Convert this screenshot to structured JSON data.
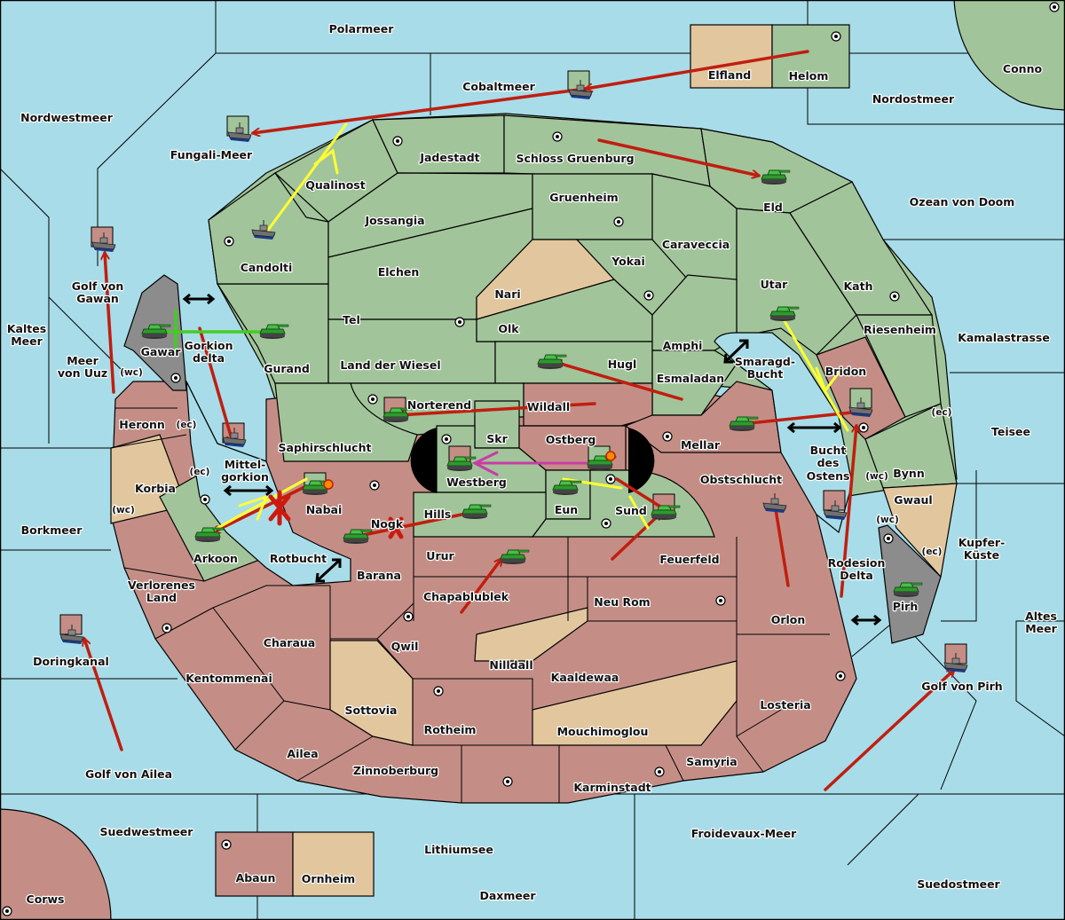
{
  "title": "Diplomacy-style game map",
  "colors": {
    "sea": "#a8dce8",
    "power_green": "#a2c49a",
    "power_red": "#c48e86",
    "neutral_tan": "#e2c69e",
    "impassable_gray": "#8c8c8c",
    "order_move_red": "#c01e10",
    "order_support_yellow": "#ffff33",
    "order_convoy_magenta": "#c83ca8",
    "order_hold_green": "#44cc22",
    "fortress_black": "#000000"
  },
  "sea_labels": [
    {
      "id": "polarmeer",
      "text": "Polarmeer"
    },
    {
      "id": "cobaltmeer",
      "text": "Cobaltmeer"
    },
    {
      "id": "nordwestmeer",
      "text": "Nordwestmeer"
    },
    {
      "id": "fungali-meer",
      "text": "Fungali-Meer"
    },
    {
      "id": "nordostmeer",
      "text": "Nordostmeer"
    },
    {
      "id": "ozean-von-doom",
      "text": "Ozean von Doom"
    },
    {
      "id": "kamalastrasse",
      "text": "Kamalastrasse"
    },
    {
      "id": "teisee",
      "text": "Teisee"
    },
    {
      "id": "kaltes-meer-1",
      "text": "Kaltes"
    },
    {
      "id": "kaltes-meer-2",
      "text": "Meer"
    },
    {
      "id": "golf-von-gawan-1",
      "text": "Golf von"
    },
    {
      "id": "golf-von-gawan-2",
      "text": "Gawan"
    },
    {
      "id": "meer-von-uuz-1",
      "text": "Meer"
    },
    {
      "id": "meer-von-uuz-2",
      "text": "von Uuz"
    },
    {
      "id": "gorkion-delta-1",
      "text": "Gorkion"
    },
    {
      "id": "gorkion-delta-2",
      "text": "delta"
    },
    {
      "id": "mittelgorkion-1",
      "text": "Mittel-"
    },
    {
      "id": "mittelgorkion-2",
      "text": "gorkion"
    },
    {
      "id": "borkmeer",
      "text": "Borkmeer"
    },
    {
      "id": "rotbucht",
      "text": "Rotbucht"
    },
    {
      "id": "doringkanal",
      "text": "Doringkanal"
    },
    {
      "id": "golf-von-ailea",
      "text": "Golf von Ailea"
    },
    {
      "id": "suedwestmeer",
      "text": "Suedwestmeer"
    },
    {
      "id": "lithiumsee",
      "text": "Lithiumsee"
    },
    {
      "id": "daxmeer",
      "text": "Daxmeer"
    },
    {
      "id": "froidevaux-meer",
      "text": "Froidevaux-Meer"
    },
    {
      "id": "suedostmeer",
      "text": "Suedostmeer"
    },
    {
      "id": "golf-von-pirh",
      "text": "Golf von Pirh"
    },
    {
      "id": "altes-meer-1",
      "text": "Altes"
    },
    {
      "id": "altes-meer-2",
      "text": "Meer"
    },
    {
      "id": "kupfer-kueste-1",
      "text": "Kupfer-"
    },
    {
      "id": "kupfer-kueste-2",
      "text": "Küste"
    },
    {
      "id": "rodesion-delta-1",
      "text": "Rodesion"
    },
    {
      "id": "rodesion-delta-2",
      "text": "Delta"
    },
    {
      "id": "bucht-des-ostens-1",
      "text": "Bucht"
    },
    {
      "id": "bucht-des-ostens-2",
      "text": "des"
    },
    {
      "id": "bucht-des-ostens-3",
      "text": "Ostens"
    },
    {
      "id": "smaragd-bucht-1",
      "text": "Smaragd-"
    },
    {
      "id": "smaragd-bucht-2",
      "text": "Bucht"
    }
  ],
  "land_labels": [
    {
      "id": "elfland",
      "text": "Elfland"
    },
    {
      "id": "helom",
      "text": "Helom"
    },
    {
      "id": "conno",
      "text": "Conno"
    },
    {
      "id": "jadestadt",
      "text": "Jadestadt"
    },
    {
      "id": "schloss-gruenburg",
      "text": "Schloss Gruenburg"
    },
    {
      "id": "qualinost",
      "text": "Qualinost"
    },
    {
      "id": "gruenheim",
      "text": "Gruenheim"
    },
    {
      "id": "eld",
      "text": "Eld"
    },
    {
      "id": "jossangia",
      "text": "Jossangia"
    },
    {
      "id": "caraveccia",
      "text": "Caraveccia"
    },
    {
      "id": "candolti",
      "text": "Candolti"
    },
    {
      "id": "elchen",
      "text": "Elchen"
    },
    {
      "id": "yokai",
      "text": "Yokai"
    },
    {
      "id": "nari",
      "text": "Nari"
    },
    {
      "id": "utar",
      "text": "Utar"
    },
    {
      "id": "kath",
      "text": "Kath"
    },
    {
      "id": "tel",
      "text": "Tel"
    },
    {
      "id": "olk",
      "text": "Olk"
    },
    {
      "id": "riesenheim",
      "text": "Riesenheim"
    },
    {
      "id": "amphi",
      "text": "Amphi"
    },
    {
      "id": "gawar",
      "text": "Gawar"
    },
    {
      "id": "gurand",
      "text": "Gurand"
    },
    {
      "id": "land-der-wiesel",
      "text": "Land der Wiesel"
    },
    {
      "id": "hugl",
      "text": "Hugl"
    },
    {
      "id": "bridon",
      "text": "Bridon"
    },
    {
      "id": "esmaladan",
      "text": "Esmaladan"
    },
    {
      "id": "heronn",
      "text": "Heronn"
    },
    {
      "id": "norterend",
      "text": "Norterend"
    },
    {
      "id": "wildall",
      "text": "Wildall"
    },
    {
      "id": "skr",
      "text": "Skr"
    },
    {
      "id": "ostberg",
      "text": "Ostberg"
    },
    {
      "id": "mellar",
      "text": "Mellar"
    },
    {
      "id": "saphirschlucht",
      "text": "Saphirschlucht"
    },
    {
      "id": "westberg",
      "text": "Westberg"
    },
    {
      "id": "obstschlucht",
      "text": "Obstschlucht"
    },
    {
      "id": "bynn",
      "text": "Bynn"
    },
    {
      "id": "korbia",
      "text": "Korbia"
    },
    {
      "id": "nabai",
      "text": "Nabai"
    },
    {
      "id": "eun",
      "text": "Eun"
    },
    {
      "id": "sund",
      "text": "Sund"
    },
    {
      "id": "gwaul",
      "text": "Gwaul"
    },
    {
      "id": "hills",
      "text": "Hills"
    },
    {
      "id": "nogk",
      "text": "Nogk"
    },
    {
      "id": "arkoon",
      "text": "Arkoon"
    },
    {
      "id": "urur",
      "text": "Urur"
    },
    {
      "id": "feuerfeld",
      "text": "Feuerfeld"
    },
    {
      "id": "barana",
      "text": "Barana"
    },
    {
      "id": "chapablublek",
      "text": "Chapablublek"
    },
    {
      "id": "verlorenes-land-1",
      "text": "Verlorenes"
    },
    {
      "id": "verlorenes-land-2",
      "text": "Land"
    },
    {
      "id": "neu-rom",
      "text": "Neu Rom"
    },
    {
      "id": "pirh",
      "text": "Pirh"
    },
    {
      "id": "orlon",
      "text": "Orlon"
    },
    {
      "id": "charaua",
      "text": "Charaua"
    },
    {
      "id": "qwil",
      "text": "Qwil"
    },
    {
      "id": "nilldall",
      "text": "Nilldall"
    },
    {
      "id": "kentommenai",
      "text": "Kentommenai"
    },
    {
      "id": "kaaldewaa",
      "text": "Kaaldewaa"
    },
    {
      "id": "losteria",
      "text": "Losteria"
    },
    {
      "id": "sottovia",
      "text": "Sottovia"
    },
    {
      "id": "rotheim",
      "text": "Rotheim"
    },
    {
      "id": "mouchimoglou",
      "text": "Mouchimoglou"
    },
    {
      "id": "ailea",
      "text": "Ailea"
    },
    {
      "id": "samyria",
      "text": "Samyria"
    },
    {
      "id": "zinnoberburg",
      "text": "Zinnoberburg"
    },
    {
      "id": "karminstadt",
      "text": "Karminstadt"
    },
    {
      "id": "abaun",
      "text": "Abaun"
    },
    {
      "id": "ornheim",
      "text": "Ornheim"
    },
    {
      "id": "corws",
      "text": "Corws"
    }
  ],
  "coast_labels": {
    "wc": "(wc)",
    "ec": "(ec)"
  },
  "units": [
    {
      "type": "fleet",
      "location": "Fungali-Meer",
      "owner": "green"
    },
    {
      "type": "fleet",
      "location": "Cobaltmeer",
      "owner": "green"
    },
    {
      "type": "army",
      "location": "Eld",
      "owner": "green"
    },
    {
      "type": "fleet",
      "location": "Golf von Gawan",
      "owner": "red"
    },
    {
      "type": "fleet",
      "location": "Candolti",
      "owner": "green"
    },
    {
      "type": "army",
      "location": "Gawar",
      "owner": "green"
    },
    {
      "type": "army",
      "location": "Gurand",
      "owner": "green"
    },
    {
      "type": "army",
      "location": "Utar",
      "owner": "green"
    },
    {
      "type": "army",
      "location": "Hugl",
      "owner": "green"
    },
    {
      "type": "fleet",
      "location": "Gorkion delta",
      "owner": "red"
    },
    {
      "type": "army",
      "location": "Norterend",
      "owner": "red"
    },
    {
      "type": "army",
      "location": "Westberg",
      "owner": "red"
    },
    {
      "type": "army",
      "location": "Ostberg",
      "owner": "green",
      "dislodged": true
    },
    {
      "type": "army",
      "location": "Eun",
      "owner": "green"
    },
    {
      "type": "army",
      "location": "Sund",
      "owner": "red"
    },
    {
      "type": "army",
      "location": "Mellar",
      "owner": "green"
    },
    {
      "type": "fleet",
      "location": "Bridon",
      "owner": "green"
    },
    {
      "type": "army",
      "location": "Nabai",
      "owner": "green",
      "dislodged": true
    },
    {
      "type": "army",
      "location": "Arkoon",
      "owner": "green"
    },
    {
      "type": "army",
      "location": "Nogk",
      "owner": "green"
    },
    {
      "type": "army",
      "location": "Hills",
      "owner": "green"
    },
    {
      "type": "army",
      "location": "Urur",
      "owner": "green"
    },
    {
      "type": "fleet",
      "location": "Obstschlucht",
      "owner": "red"
    },
    {
      "type": "fleet",
      "location": "Rodesion Delta",
      "owner": "red"
    },
    {
      "type": "army",
      "location": "Pirh",
      "owner": "green"
    },
    {
      "type": "fleet",
      "location": "Doringkanal",
      "owner": "red"
    },
    {
      "type": "fleet",
      "location": "Golf von Pirh",
      "owner": "red"
    }
  ]
}
